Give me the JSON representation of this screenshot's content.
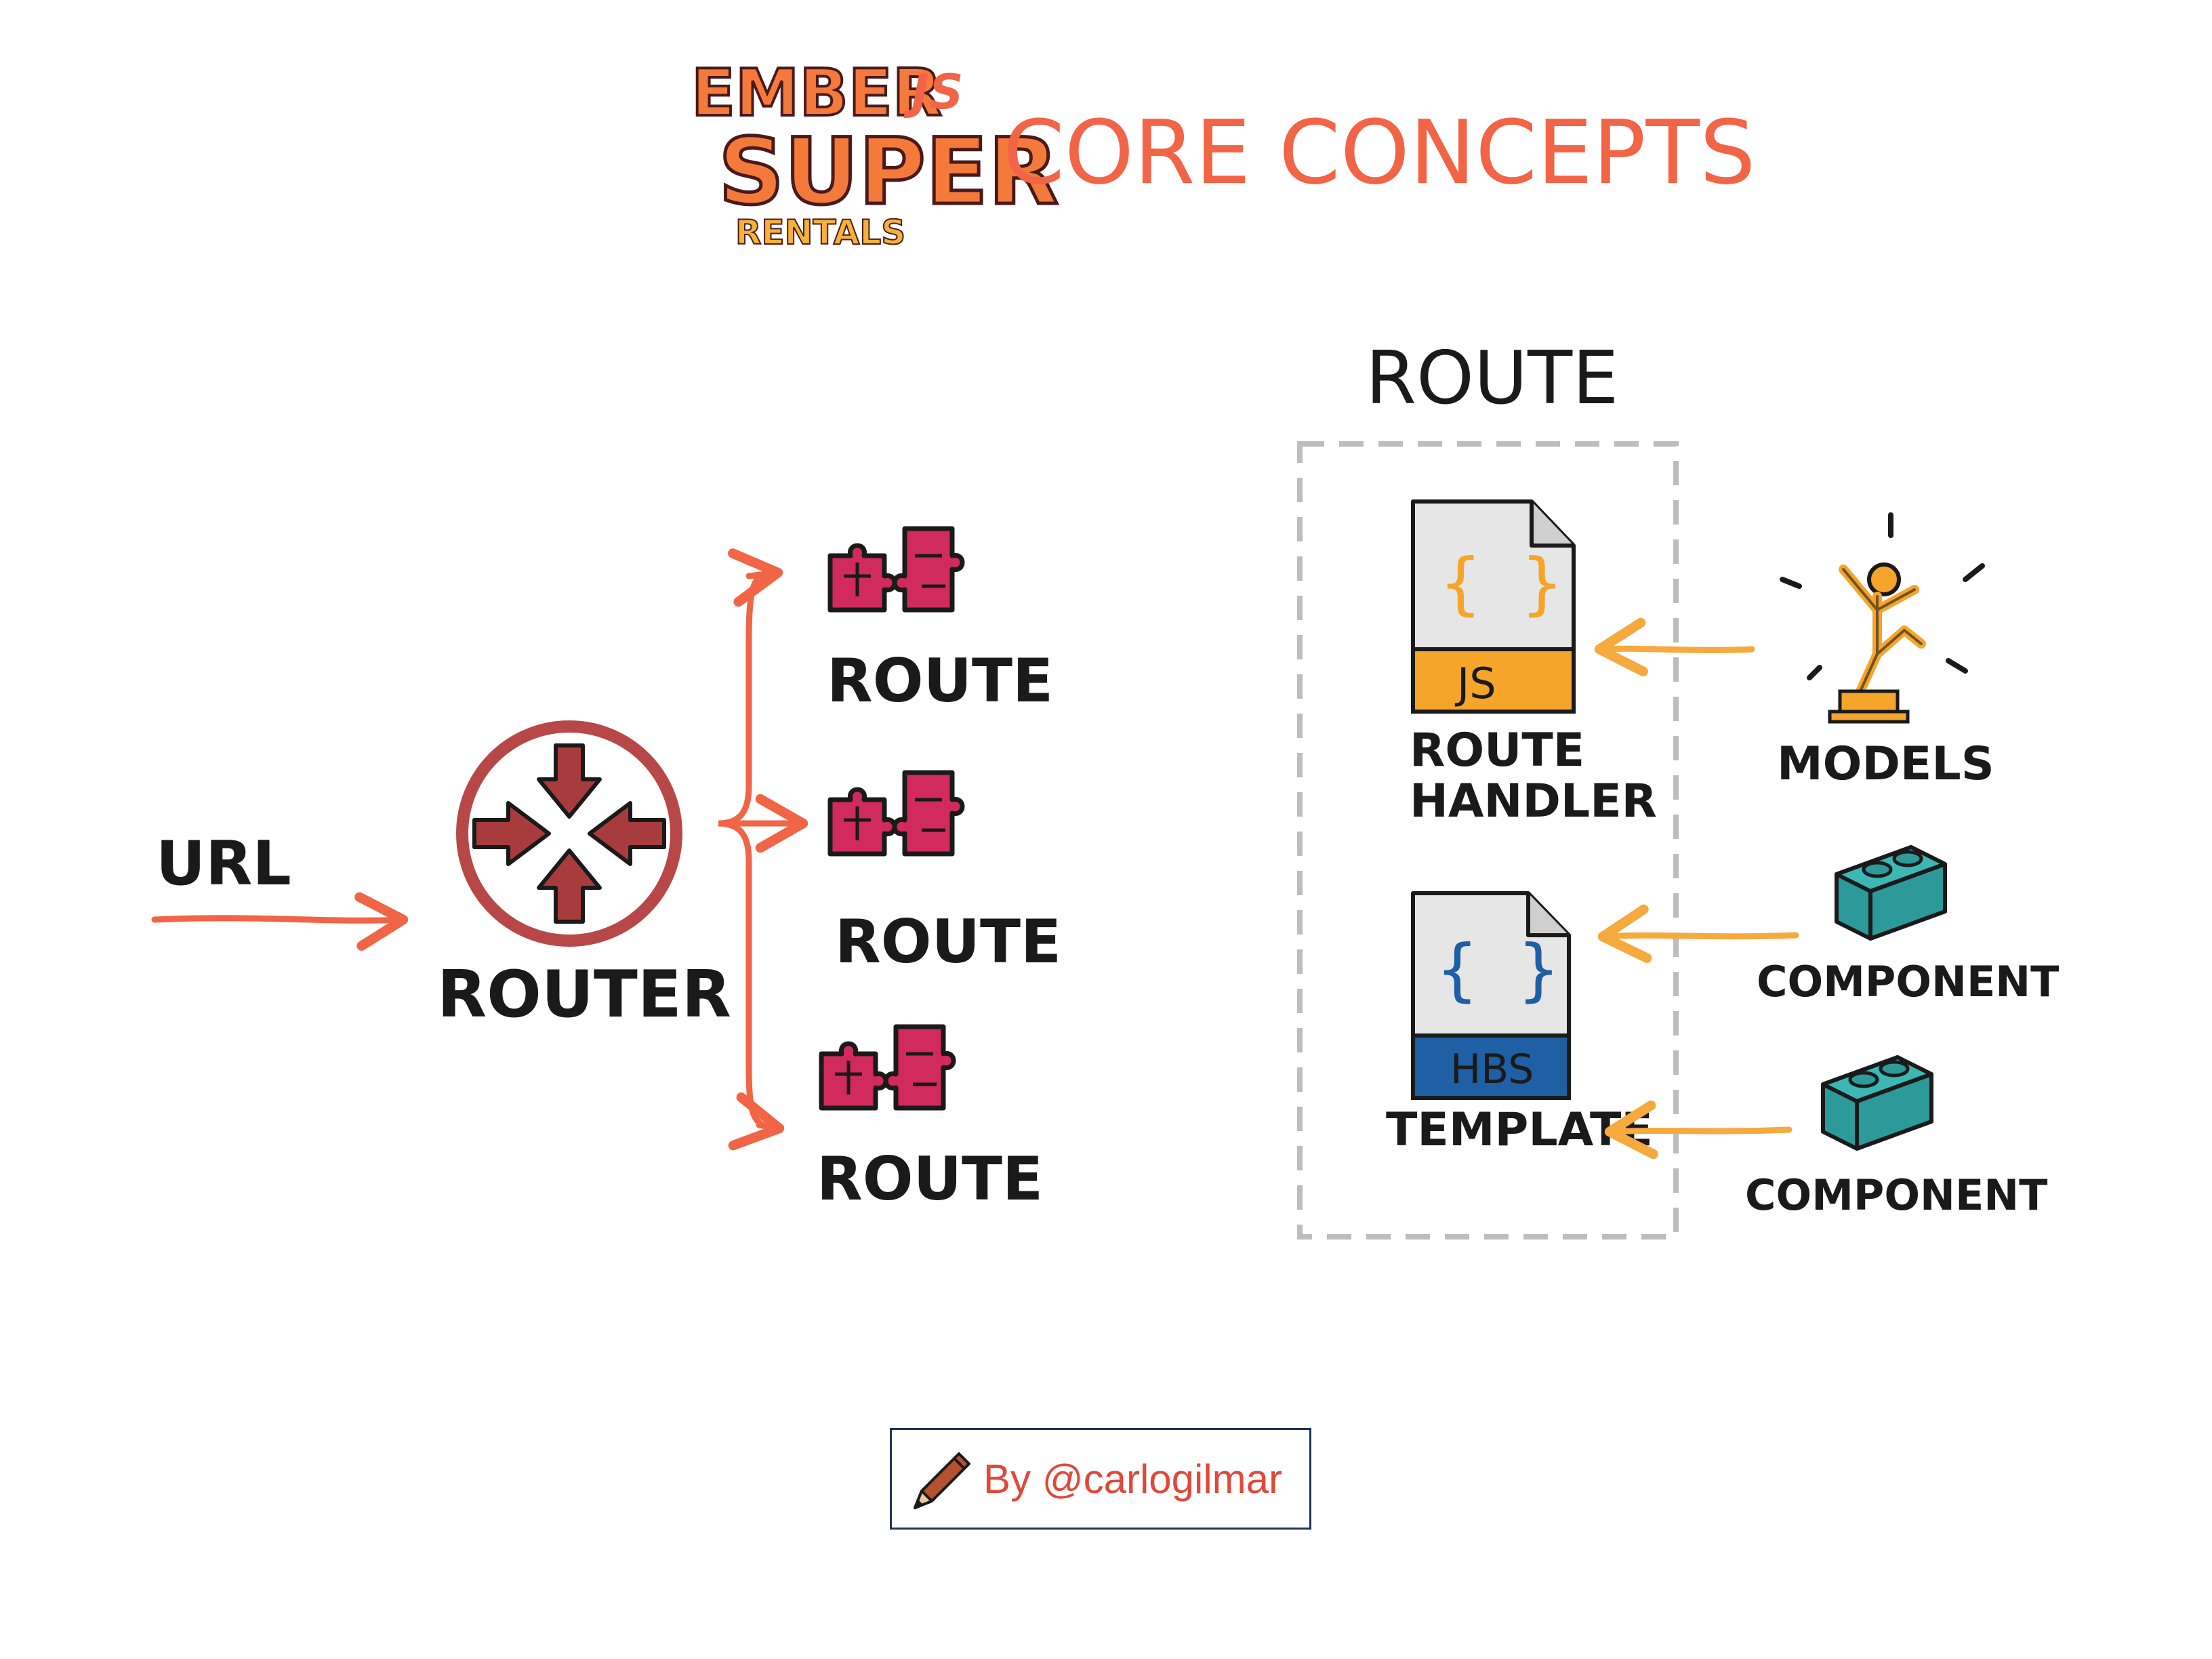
{
  "header": {
    "logo_line1": "EMBER",
    "logo_line1_suffix": "JS",
    "logo_line2": "SUPER",
    "logo_line3": "RENTALS",
    "title": "CORE CONCEPTS"
  },
  "flow": {
    "url_label": "URL",
    "router_label": "ROUTER",
    "routes": [
      "ROUTE",
      "ROUTE",
      "ROUTE"
    ]
  },
  "route_detail": {
    "heading": "ROUTE",
    "handler_file_ext": "JS",
    "handler_braces": "{ }",
    "handler_label_line1": "ROUTE",
    "handler_label_line2": "HANDLER",
    "template_file_ext": "HBS",
    "template_braces": "{ }",
    "template_label": "TEMPLATE",
    "models_label": "MODELS",
    "component_label_1": "COMPONENT",
    "component_label_2": "COMPONENT"
  },
  "credit": {
    "text": "By @carlogilmar"
  },
  "colors": {
    "accent_red": "#f26446",
    "router_ring": "#b84848",
    "router_arrows": "#a83c3c",
    "puzzle": "#d12a5c",
    "js_orange": "#f4a52a",
    "hbs_blue": "#1f5fa3",
    "brick_teal": "#2d9a9a",
    "arrow_orange": "#f6a93d",
    "logo_orange": "#f47a3c"
  }
}
